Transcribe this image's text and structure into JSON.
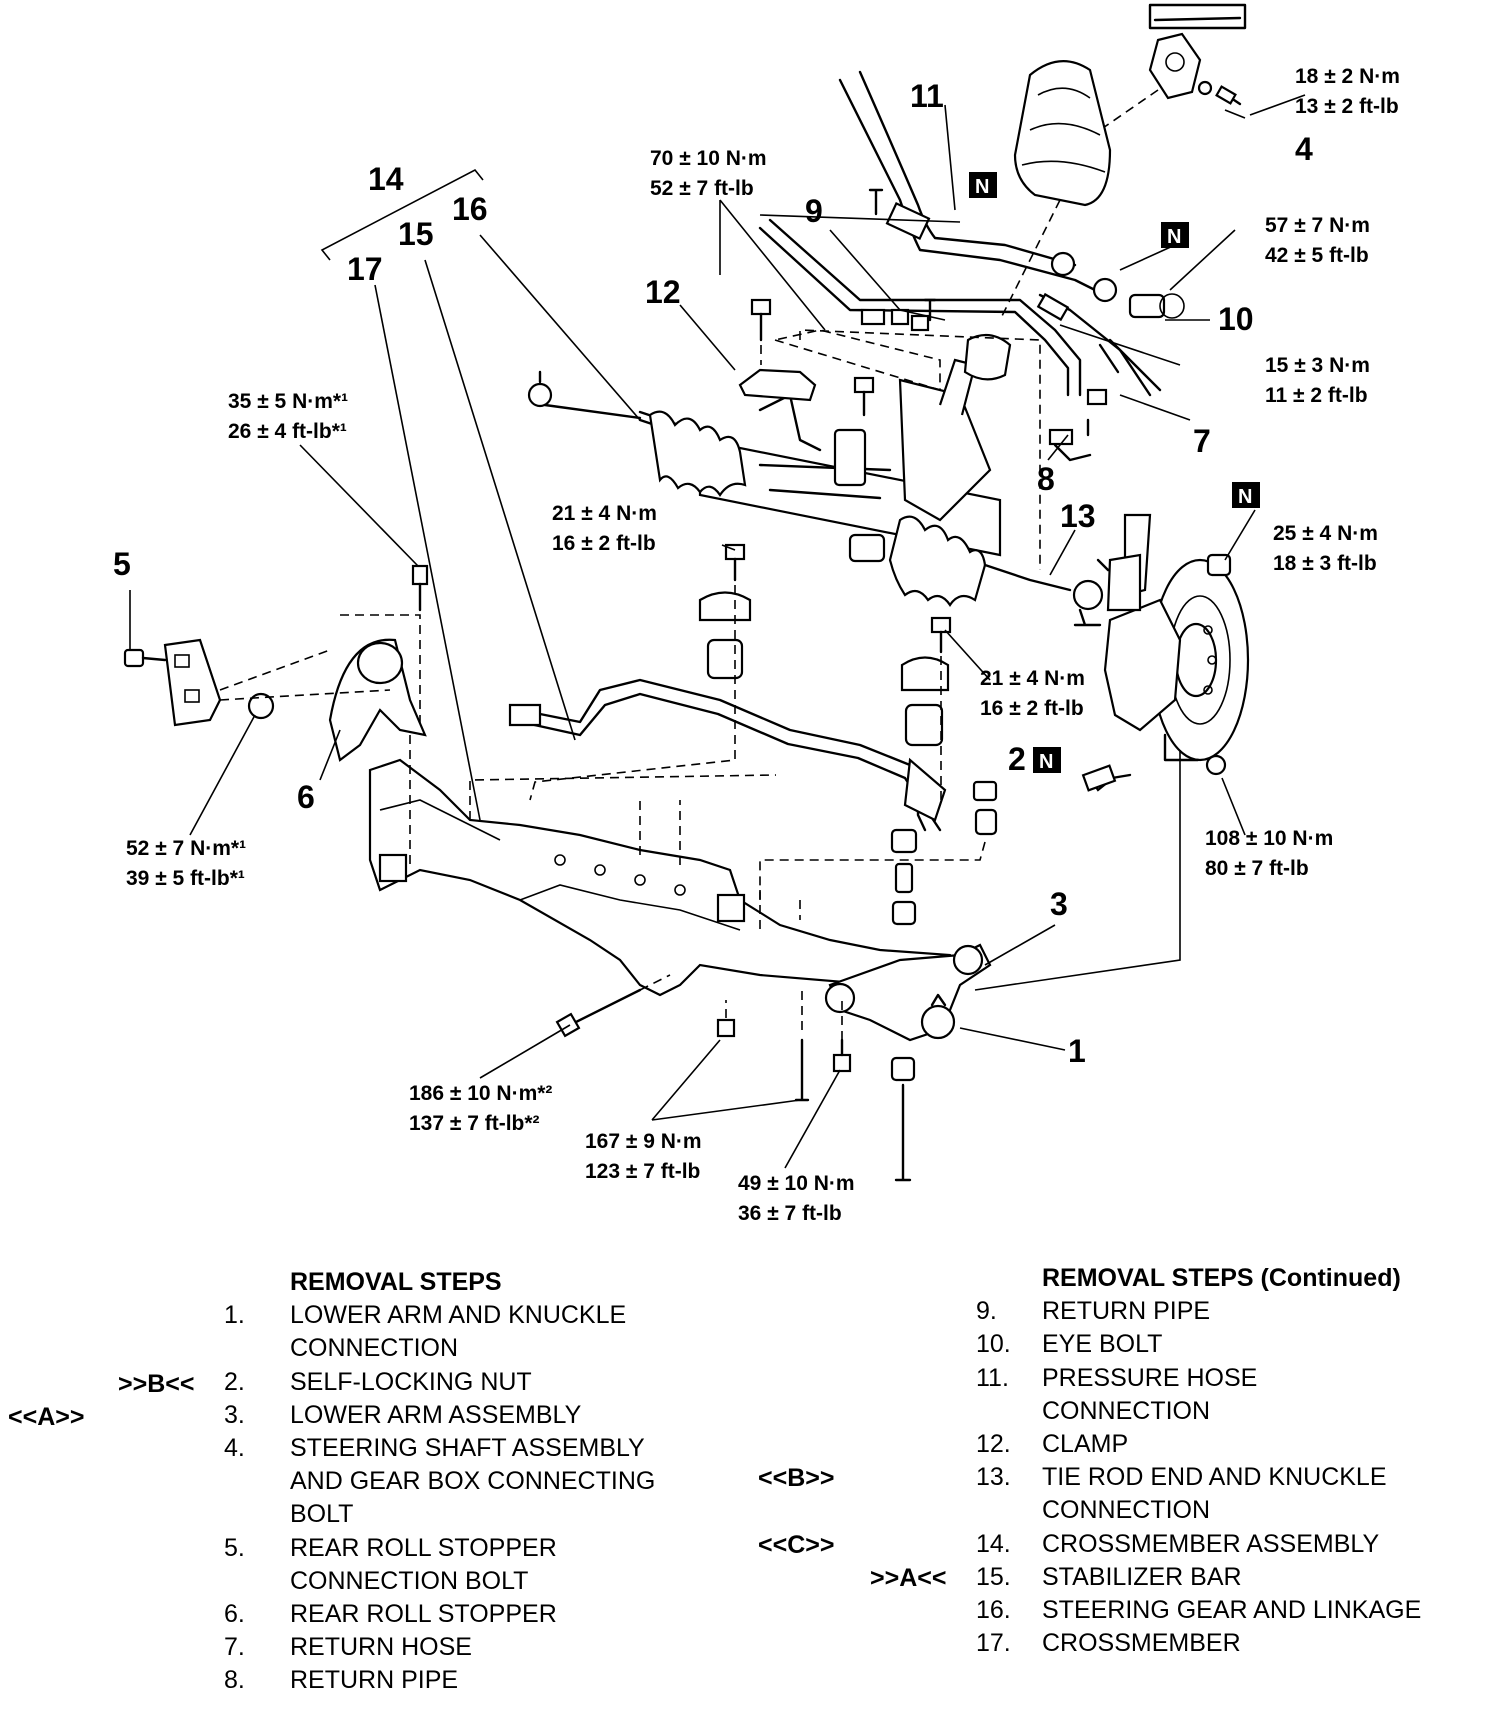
{
  "diagram": {
    "callouts": {
      "c1": "1",
      "c2": "2",
      "c3": "3",
      "c4": "4",
      "c5": "5",
      "c6": "6",
      "c7": "7",
      "c8": "8",
      "c9": "9",
      "c10": "10",
      "c11": "11",
      "c12": "12",
      "c13": "13",
      "c14": "14",
      "c15": "15",
      "c16": "16",
      "c17": "17"
    },
    "new_part_mark": "N",
    "torques": {
      "t_18": [
        "18 ± 2 N·m",
        "13 ± 2 ft-lb"
      ],
      "t_70": [
        "70 ± 10 N·m",
        "52 ± 7 ft-lb"
      ],
      "t_57": [
        "57 ± 7 N·m",
        "42 ± 5 ft-lb"
      ],
      "t_15": [
        "15 ± 3 N·m",
        "11 ± 2 ft-lb"
      ],
      "t_35": [
        "35 ± 5 N·m*¹",
        "26 ± 4 ft-lb*¹"
      ],
      "t_21a": [
        "21 ± 4 N·m",
        "16 ± 2 ft-lb"
      ],
      "t_21b": [
        "21 ± 4 N·m",
        "16 ± 2 ft-lb"
      ],
      "t_25": [
        "25 ± 4 N·m",
        "18 ± 3 ft-lb"
      ],
      "t_52": [
        "52 ± 7 N·m*¹",
        "39 ± 5 ft-lb*¹"
      ],
      "t_108": [
        "108 ± 10 N·m",
        "80 ± 7 ft-lb"
      ],
      "t_186": [
        "186 ± 10 N·m*²",
        "137 ± 7 ft-lb*²"
      ],
      "t_167": [
        "167 ± 9 N·m",
        "123 ± 7 ft-lb"
      ],
      "t_49": [
        "49 ± 10 N·m",
        "36 ± 7 ft-lb"
      ]
    }
  },
  "removal_steps": {
    "heading": "REMOVAL STEPS",
    "heading_continued": "REMOVAL STEPS (Continued)",
    "steps": [
      {
        "num": "1.",
        "text": "LOWER ARM AND KNUCKLE\nCONNECTION"
      },
      {
        "num": "2.",
        "text": "SELF-LOCKING NUT",
        "mark": ">>B<<"
      },
      {
        "num": "3.",
        "text": "LOWER ARM ASSEMBLY",
        "mark": "<<A>>"
      },
      {
        "num": "4.",
        "text": "STEERING SHAFT ASSEMBLY\nAND GEAR BOX CONNECTING\nBOLT"
      },
      {
        "num": "5.",
        "text": "REAR ROLL STOPPER\nCONNECTION BOLT"
      },
      {
        "num": "6.",
        "text": "REAR ROLL STOPPER"
      },
      {
        "num": "7.",
        "text": "RETURN HOSE"
      },
      {
        "num": "8.",
        "text": "RETURN PIPE"
      },
      {
        "num": "9.",
        "text": "RETURN PIPE"
      },
      {
        "num": "10.",
        "text": "EYE BOLT"
      },
      {
        "num": "11.",
        "text": "PRESSURE HOSE\nCONNECTION"
      },
      {
        "num": "12.",
        "text": "CLAMP"
      },
      {
        "num": "13.",
        "text": "TIE ROD END AND KNUCKLE\nCONNECTION",
        "mark": "<<B>>"
      },
      {
        "num": "14.",
        "text": "CROSSMEMBER ASSEMBLY",
        "mark": "<<C>>"
      },
      {
        "num": "15.",
        "text": "STABILIZER BAR",
        "mark": ">>A<<"
      },
      {
        "num": "16.",
        "text": "STEERING GEAR AND LINKAGE"
      },
      {
        "num": "17.",
        "text": "CROSSMEMBER"
      }
    ]
  }
}
